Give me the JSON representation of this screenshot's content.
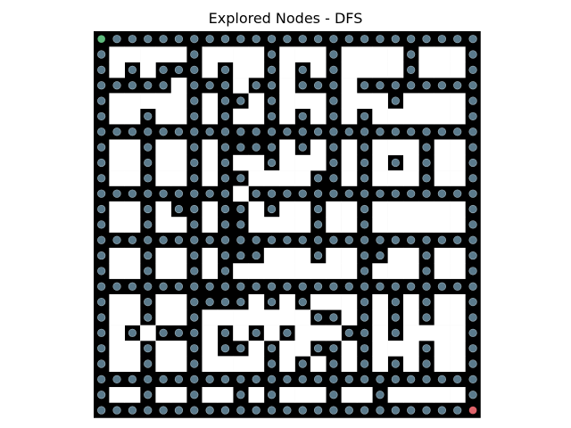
{
  "figure": {
    "title": "Explored Nodes - DFS"
  },
  "maze": {
    "rows": 25,
    "cols": 25,
    "legend": "0 = black wall cell, 1 = white open cell",
    "grid": [
      "0000000000000000000000000",
      "0111110111101110111101110",
      "0101000101101010111101110",
      "0000010001001000100000000",
      "0111110100101110111011110",
      "0110110101101010101111110",
      "0000000000000000000000000",
      "0110110100001010101110110",
      "0110110101101110101010110",
      "0110110100111100101110110",
      "0000000001000000000000000",
      "0110100100101101101111110",
      "0110110100111101101111110",
      "0000000000000000000000000",
      "0110110100011101100110110",
      "0110110101111111101110110",
      "0000000000000000000000000",
      "0110110000101011101010110",
      "0110110111111100101010110",
      "0101000101010111001011110",
      "0110110100101100101110110",
      "0110110111101010101010110",
      "0000000000000000000000000",
      "0110110110101110110111110",
      "0000000000000000000000000"
    ],
    "start_color": "#5fba7d",
    "goal_color": "#e0636a",
    "explored_color": "#5a7a8c",
    "explored_ring_color": "#9fb3bd"
  }
}
